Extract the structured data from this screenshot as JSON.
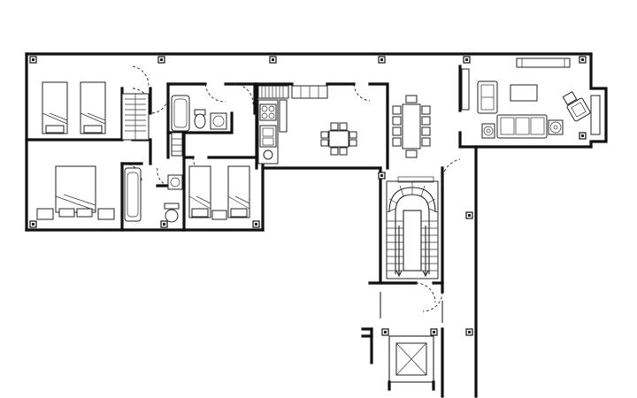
{
  "plan": {
    "accent": "#111111",
    "background": "#ffffff",
    "rooms": [
      "bedroom-1",
      "bedroom-2",
      "bedroom-3",
      "bathroom-1",
      "bathroom-2",
      "kitchen",
      "dining",
      "living",
      "stair-core",
      "elevator"
    ]
  }
}
